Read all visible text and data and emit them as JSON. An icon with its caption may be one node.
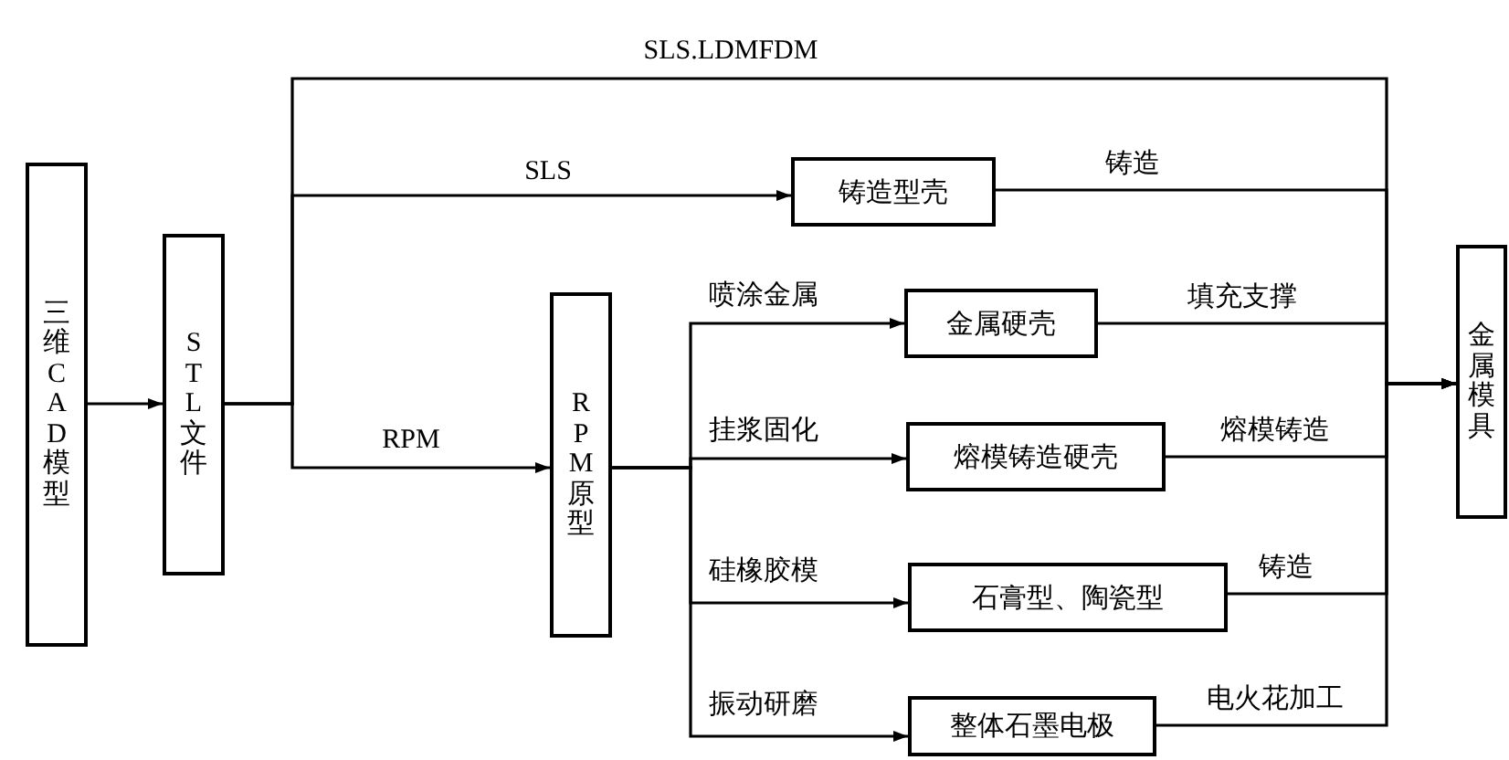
{
  "diagram": {
    "nodes": [
      {
        "text": [
          "三维CAD模型"
        ]
      },
      {
        "text": [
          "STL文件"
        ]
      },
      {
        "text": [
          "RPM原型"
        ]
      },
      {
        "text": [
          "铸造型壳"
        ]
      },
      {
        "text": [
          "金属硬壳"
        ]
      },
      {
        "text": [
          "熔模铸造硬壳"
        ]
      },
      {
        "text": [
          "石膏型、陶瓷型"
        ]
      },
      {
        "text": [
          "整体石墨电极"
        ]
      },
      {
        "text": [
          "金属模具"
        ]
      }
    ],
    "edges": [
      {
        "from": 0,
        "to": 1,
        "arrow": "to"
      },
      {
        "from": 1,
        "to": 8,
        "arrow": "to",
        "label": "SLS.LDMFDM"
      },
      {
        "from": 1,
        "to": 3,
        "arrow": "to",
        "label": "SLS"
      },
      {
        "from": 1,
        "to": 2,
        "arrow": "to",
        "label": "RPM"
      },
      {
        "from": 2,
        "to": 4,
        "arrow": "to",
        "label": "喷涂金属"
      },
      {
        "from": 2,
        "to": 5,
        "arrow": "to",
        "label": "挂浆固化"
      },
      {
        "from": 2,
        "to": 6,
        "arrow": "to",
        "label": "硅橡胶模"
      },
      {
        "from": 2,
        "to": 7,
        "arrow": "to",
        "label": "振动研磨"
      },
      {
        "from": 3,
        "to": 8,
        "arrow": "to",
        "label": "铸造"
      },
      {
        "from": 4,
        "to": 8,
        "arrow": "to",
        "label": "填充支撑"
      },
      {
        "from": 5,
        "to": 8,
        "arrow": "to",
        "label": "熔模铸造"
      },
      {
        "from": 6,
        "to": 8,
        "arrow": "to",
        "label": "铸造"
      },
      {
        "from": 7,
        "to": 8,
        "arrow": "to",
        "label": "电火花加工"
      }
    ]
  }
}
